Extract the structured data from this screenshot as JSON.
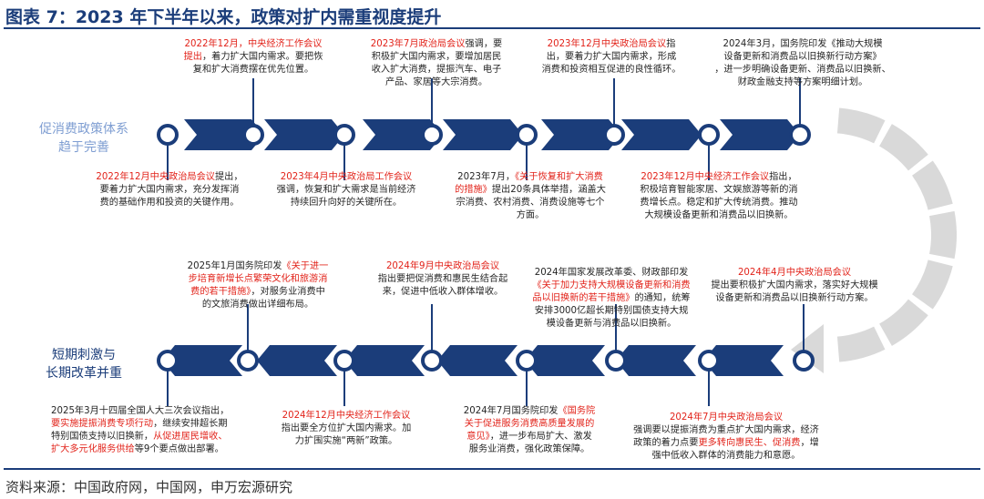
{
  "title": "图表 7：2023 年下半年以来，政策对扩内需重视度提升",
  "source": "资料来源：中国政府网，中国网，申万宏源研究",
  "side_labels": {
    "top": [
      "促消费政策体系",
      "趋于完善"
    ],
    "bottom": [
      "短期刺激与",
      "长期改革并重"
    ]
  },
  "colors": {
    "primary": "#1b3d7a",
    "accent": "#e2231a",
    "light": "#7f9ed2",
    "arrow": "#d9d9d9"
  },
  "top_above": [
    {
      "lines": [
        {
          "p": [
            {
              "t": "2022年12月，中央经济工作会议",
              "r": true
            }
          ]
        },
        {
          "p": [
            {
              "t": "提出",
              "r": true
            },
            {
              "t": "，着力扩大国内需求。要把恢",
              "r": false
            }
          ]
        },
        {
          "p": [
            {
              "t": "复和扩大消费摆在优先位置。",
              "r": false
            }
          ]
        }
      ]
    },
    {
      "lines": [
        {
          "p": [
            {
              "t": "2023年7月政治局会议",
              "r": true
            },
            {
              "t": "强调，要",
              "r": false
            }
          ]
        },
        {
          "p": [
            {
              "t": "积极扩大国内需求，要增加居民",
              "r": false
            }
          ]
        },
        {
          "p": [
            {
              "t": "收入扩大消费，提振汽车、电子",
              "r": false
            }
          ]
        },
        {
          "p": [
            {
              "t": "产品、家居等大宗消费。",
              "r": false
            }
          ]
        }
      ]
    },
    {
      "lines": [
        {
          "p": [
            {
              "t": "2023年12月中央政治局会议",
              "r": true
            },
            {
              "t": "指",
              "r": false
            }
          ]
        },
        {
          "p": [
            {
              "t": "出，要着力扩大国内需求，形成",
              "r": false
            }
          ]
        },
        {
          "p": [
            {
              "t": "消费和投资相互促进的良性循环。",
              "r": false
            }
          ]
        }
      ]
    },
    {
      "lines": [
        {
          "p": [
            {
              "t": "2024年3月，国务院印发《推动大规模",
              "r": false
            }
          ]
        },
        {
          "p": [
            {
              "t": "设备更新和消费品以旧换新行动方案》",
              "r": false
            }
          ]
        },
        {
          "p": [
            {
              "t": "，进一步明确设备更新、消费品以旧换新、",
              "r": false
            }
          ]
        },
        {
          "p": [
            {
              "t": "财政金融支持等方案明细计划。",
              "r": false
            }
          ]
        }
      ]
    }
  ],
  "top_below": [
    {
      "lines": [
        {
          "p": [
            {
              "t": "2022年12月中央政治局会议",
              "r": true
            },
            {
              "t": "提出，",
              "r": false
            }
          ]
        },
        {
          "p": [
            {
              "t": "要着力扩大国内需求，充分发挥消",
              "r": false
            }
          ]
        },
        {
          "p": [
            {
              "t": "费的基础作用和投资的关键作用。",
              "r": false
            }
          ]
        }
      ]
    },
    {
      "lines": [
        {
          "p": [
            {
              "t": "2023年4月中央政治局工作会议",
              "r": true
            }
          ]
        },
        {
          "p": [
            {
              "t": "强调，恢复和扩大需求是当前经济",
              "r": false
            }
          ]
        },
        {
          "p": [
            {
              "t": "持续回升向好的关键所在。",
              "r": false
            }
          ]
        }
      ]
    },
    {
      "lines": [
        {
          "p": [
            {
              "t": "2023年7月，",
              "r": false
            },
            {
              "t": "《关于恢复和扩大消费",
              "r": true
            }
          ]
        },
        {
          "p": [
            {
              "t": "的措施》",
              "r": true
            },
            {
              "t": "提出20条具体举措，涵盖大",
              "r": false
            }
          ]
        },
        {
          "p": [
            {
              "t": "宗消费、农村消费、消费设施等七个",
              "r": false
            }
          ]
        },
        {
          "p": [
            {
              "t": "方面。",
              "r": false
            }
          ]
        }
      ]
    },
    {
      "lines": [
        {
          "p": [
            {
              "t": "2023年12月中央经济工作会议",
              "r": true
            },
            {
              "t": "指出，",
              "r": false
            }
          ]
        },
        {
          "p": [
            {
              "t": "积极培育智能家居、文娱旅游等新的消",
              "r": false
            }
          ]
        },
        {
          "p": [
            {
              "t": "费增长点。稳定和扩大传统消费。推动",
              "r": false
            }
          ]
        },
        {
          "p": [
            {
              "t": "大规模设备更新和消费品以旧换新。",
              "r": false
            }
          ]
        }
      ]
    }
  ],
  "bottom_above": [
    {
      "lines": [
        {
          "p": [
            {
              "t": "2025年1月国务院印发",
              "r": false
            },
            {
              "t": "《关于进一",
              "r": true
            }
          ]
        },
        {
          "p": [
            {
              "t": "步培育新增长点繁荣文化和旅游消",
              "r": true
            }
          ]
        },
        {
          "p": [
            {
              "t": "费的若干措施》",
              "r": true
            },
            {
              "t": "，对服务业消费中",
              "r": false
            }
          ]
        },
        {
          "p": [
            {
              "t": "的文旅消费做出详细布局。",
              "r": false
            }
          ]
        }
      ]
    },
    {
      "lines": [
        {
          "p": [
            {
              "t": "2024年9月中央政治局会议",
              "r": true
            }
          ]
        },
        {
          "p": [
            {
              "t": "指出要把促消费和惠民生结合起",
              "r": false
            }
          ]
        },
        {
          "p": [
            {
              "t": "来，促进中低收入群体增收。",
              "r": false
            }
          ]
        }
      ]
    },
    {
      "lines": [
        {
          "p": [
            {
              "t": "2024年国家发展改革委、财政部印发",
              "r": false
            }
          ]
        },
        {
          "p": [
            {
              "t": "《关于加力支持大规模设备更新和消费",
              "r": true
            }
          ]
        },
        {
          "p": [
            {
              "t": "品以旧换新的若干措施》",
              "r": true
            },
            {
              "t": "的通知，统筹",
              "r": false
            }
          ]
        },
        {
          "p": [
            {
              "t": "安排3000亿超长期特别国债支持大规",
              "r": false
            }
          ]
        },
        {
          "p": [
            {
              "t": "模设备更新与消费品以旧换新。",
              "r": false
            }
          ]
        }
      ]
    },
    {
      "lines": [
        {
          "p": [
            {
              "t": "2024年4月中央政治局会议",
              "r": true
            }
          ]
        },
        {
          "p": [
            {
              "t": "提出要积极扩大国内需求，落实好大规模",
              "r": false
            }
          ]
        },
        {
          "p": [
            {
              "t": "设备更新和消费品以旧换新行动方案。",
              "r": false
            }
          ]
        }
      ]
    }
  ],
  "bottom_below": [
    {
      "lines": [
        {
          "p": [
            {
              "t": "2025年3月十四届全国人大三次会议指出，",
              "r": false
            }
          ]
        },
        {
          "p": [
            {
              "t": "要实施提振消费专项行动",
              "r": true
            },
            {
              "t": "，继续安排超长期",
              "r": false
            }
          ]
        },
        {
          "p": [
            {
              "t": "特别国债支持以旧换新，",
              "r": false
            },
            {
              "t": "从促进居民增收、",
              "r": true
            }
          ]
        },
        {
          "p": [
            {
              "t": "扩大多元化服务供给",
              "r": true
            },
            {
              "t": "等9个要点做出部署。",
              "r": false
            }
          ]
        }
      ]
    },
    {
      "lines": [
        {
          "p": [
            {
              "t": "2024年12月中央经济工作会议",
              "r": true
            }
          ]
        },
        {
          "p": [
            {
              "t": "指出要全方位扩大国内需求。加",
              "r": false
            }
          ]
        },
        {
          "p": [
            {
              "t": "力扩围实施“两新”政策。",
              "r": false
            }
          ]
        }
      ]
    },
    {
      "lines": [
        {
          "p": [
            {
              "t": "2024年7月国务院印发",
              "r": false
            },
            {
              "t": "《国务院",
              "r": true
            }
          ]
        },
        {
          "p": [
            {
              "t": "关于促进服务消费高质量发展的",
              "r": true
            }
          ]
        },
        {
          "p": [
            {
              "t": "意见》",
              "r": true
            },
            {
              "t": "，进一步布局扩大、激发",
              "r": false
            }
          ]
        },
        {
          "p": [
            {
              "t": "服务业消费，强化政策保障。",
              "r": false
            }
          ]
        }
      ]
    },
    {
      "lines": [
        {
          "p": [
            {
              "t": "2024年7月中央政治局会议",
              "r": true
            }
          ]
        },
        {
          "p": [
            {
              "t": "强调要以提振消费为重点扩大国内需求，经济",
              "r": false
            }
          ]
        },
        {
          "p": [
            {
              "t": "政策的着力点要",
              "r": false
            },
            {
              "t": "更多转向惠民生、促消费",
              "r": true
            },
            {
              "t": "，增",
              "r": false
            }
          ]
        },
        {
          "p": [
            {
              "t": "强中低收入群体的消费能力和意愿。",
              "r": false
            }
          ]
        }
      ]
    }
  ]
}
